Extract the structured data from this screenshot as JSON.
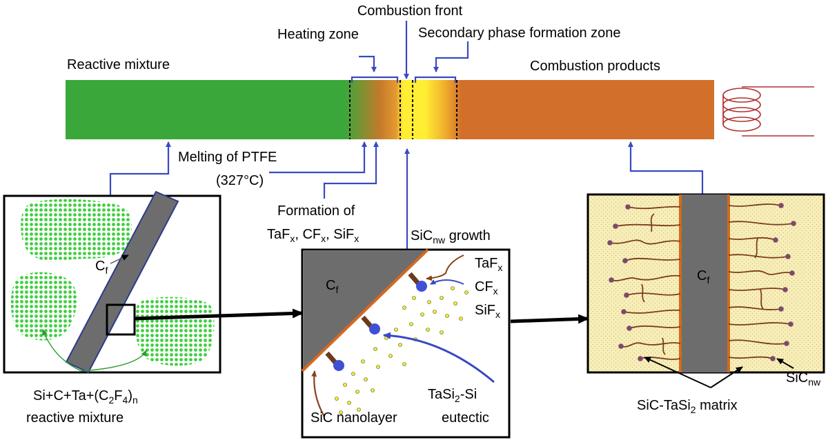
{
  "labels": {
    "combustion_front": "Combustion front",
    "heating_zone": "Heating zone",
    "secondary_zone": "Secondary phase formation zone",
    "reactive_mixture": "Reactive mixture",
    "combustion_products": "Combustion products",
    "melting_line1": "Melting of PTFE",
    "melting_line2": "(327°C)",
    "formation_line1": "Formation of",
    "formation_line2": [
      "TaF",
      "x",
      ", CF",
      "x",
      ", SiF",
      "x"
    ],
    "sicnw_growth": [
      "SiC",
      "nw",
      " growth"
    ],
    "cf_left": [
      "C",
      "f"
    ],
    "cf_middle": [
      "C",
      "f"
    ],
    "cf_right": [
      "C",
      "f"
    ],
    "taf": [
      "TaF",
      "x"
    ],
    "cf_gas": [
      "CF",
      "x"
    ],
    "sif": [
      "SiF",
      "x"
    ],
    "tasi_line1": [
      "TaSi",
      "2",
      "-Si"
    ],
    "tasi_line2": "eutectic",
    "sic_nanolayer": "SiC nanolayer",
    "sicnw_right": [
      "SiC",
      "nw"
    ],
    "matrix": [
      "SiC-TaSi",
      "2",
      " matrix"
    ],
    "mixture_line1": [
      "Si+C+Ta+(C",
      "2",
      "F",
      "4",
      ")",
      "n"
    ],
    "mixture_line2": "reactive mixture"
  },
  "colors": {
    "green": "#3aa73a",
    "orange_product": "#d26f2b",
    "yellow_front": "#ffee33",
    "blue_line": "#3949c0",
    "fiber": "#6d6d6d",
    "fiber_edge": "#2c3a8c",
    "orange_edge": "#d26a1f",
    "matrix_bg": "#f7eeb8",
    "coil": "#b03030",
    "nanowire": "#7a3b1e",
    "nanowire_tip": "#7d4a6a",
    "droplet_blue": "#3f4fd6",
    "particle_yellow": "#f3f02f",
    "pattern_green": "#3fcf3f"
  },
  "icons": {
    "heating_coil": "coil-icon"
  }
}
